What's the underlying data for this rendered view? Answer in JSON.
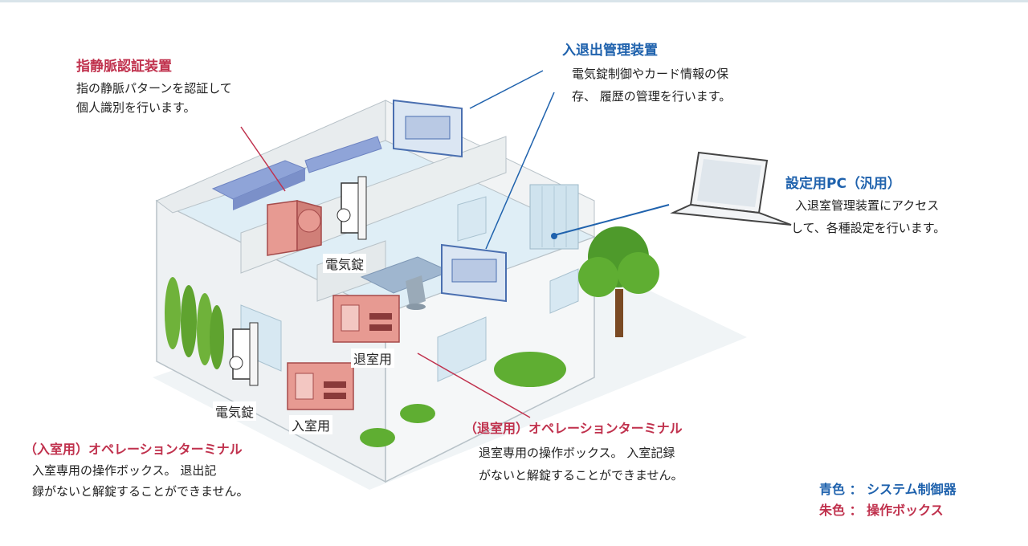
{
  "callouts": {
    "vein": {
      "title": "指静脈認証装置",
      "lines": [
        "指の静脈パターンを認証して",
        "個人識別を行います。"
      ]
    },
    "controller": {
      "title": "入退出管理装置",
      "lines": [
        "電気錠制御やカード情報の保",
        "存、 履歴の管理を行います。"
      ]
    },
    "pc": {
      "title": "設定用PC（汎用）",
      "lines": [
        "入退室管理装置にアクセス",
        "して、各種設定を行います。"
      ]
    },
    "entry_terminal": {
      "title": "（入室用）オペレーションターミナル",
      "lines": [
        "入室専用の操作ボックス。 退出記",
        "録がないと解錠することができません。"
      ]
    },
    "exit_terminal": {
      "title": "（退室用）オペレーションターミナル",
      "lines": [
        "退室専用の操作ボックス。 入室記録",
        "がないと解錠することができません。"
      ]
    }
  },
  "labels": {
    "lock_upper": "電気錠",
    "lock_lower": "電気錠",
    "exit_box": "退室用",
    "entry_box": "入室用"
  },
  "legend": {
    "blue": "青色 ： システム制御器",
    "red": "朱色 ： 操作ボックス"
  },
  "colors": {
    "system_controller": "#1f62ad",
    "operation_box": "#c0314d",
    "operation_box_fill": "#e79a92"
  }
}
